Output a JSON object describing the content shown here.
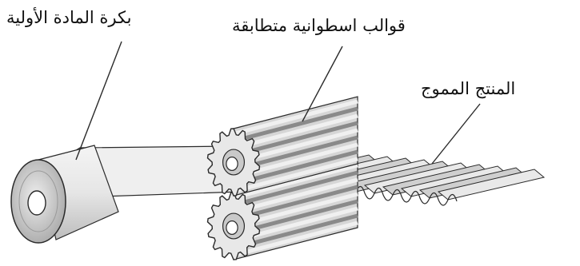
{
  "labels": {
    "raw_material_roll": "بكرة المادة الأولية",
    "matching_cylindrical_dies": "قوالب اسطوانية متطابقة",
    "corrugated_product": "المنتج المموج"
  },
  "colors": {
    "line": "#2a2a2a",
    "roll_face": "#d4d4d4",
    "sheet": "#ececec",
    "gear_light": "#e2e2e2",
    "gear_mid": "#bdbdbd",
    "gear_dark": "#8a8a8a"
  },
  "parts": {
    "roll": "raw-material-roll-icon",
    "gears": "corrugating-gear-icon",
    "sheet": "corrugated-sheet-icon"
  }
}
